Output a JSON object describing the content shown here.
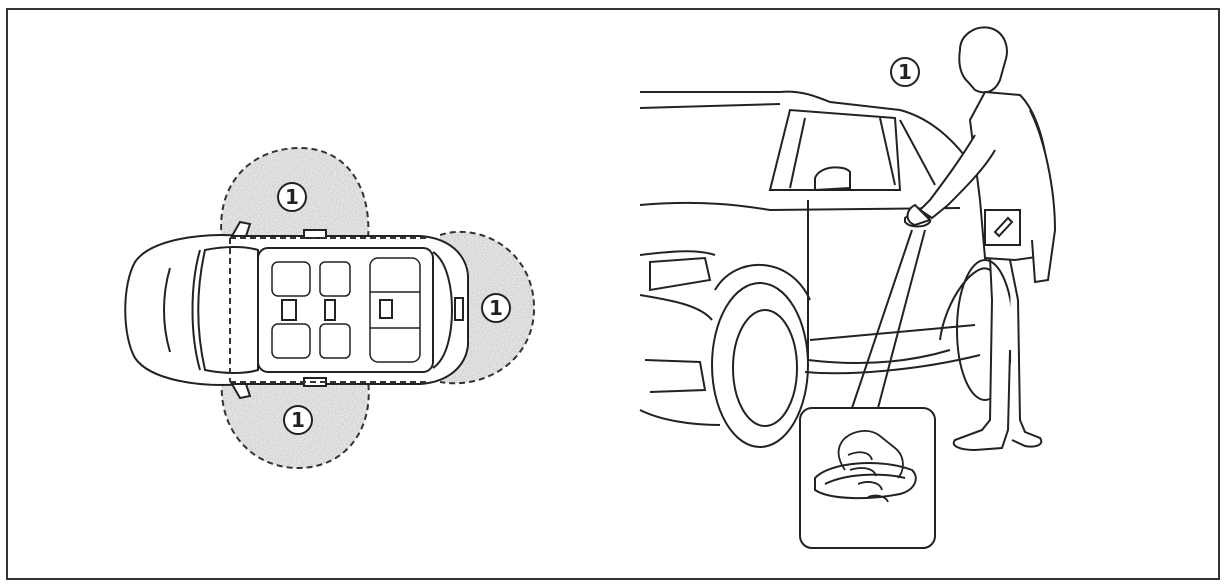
{
  "callouts": {
    "front_door": "1",
    "rear_hatch": "1",
    "passenger_door": "1",
    "person_zone": "1"
  },
  "colors": {
    "line": "#222222",
    "zone_fill": "#9a9a9a",
    "background": "#ffffff"
  }
}
